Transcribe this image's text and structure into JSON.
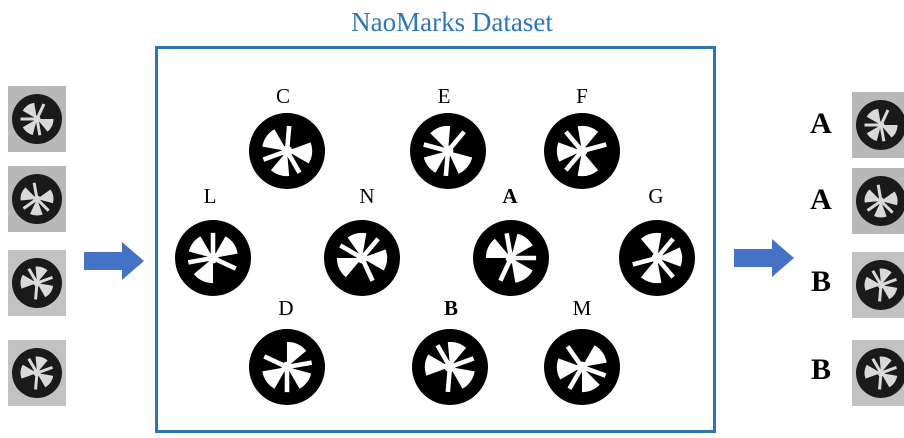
{
  "title": "NaoMarks Dataset",
  "dataset_markers": [
    {
      "label": "C",
      "bold": false,
      "rot": 0
    },
    {
      "label": "E",
      "bold": false,
      "rot": 35
    },
    {
      "label": "F",
      "bold": false,
      "rot": 70
    },
    {
      "label": "L",
      "bold": false,
      "rot": 110
    },
    {
      "label": "N",
      "bold": false,
      "rot": 150
    },
    {
      "label": "A",
      "bold": true,
      "rot": 200
    },
    {
      "label": "G",
      "bold": false,
      "rot": 250
    },
    {
      "label": "D",
      "bold": false,
      "rot": 290
    },
    {
      "label": "B",
      "bold": true,
      "rot": 180
    },
    {
      "label": "M",
      "bold": false,
      "rot": 320
    }
  ],
  "results": [
    {
      "label": "A"
    },
    {
      "label": "A"
    },
    {
      "label": "B"
    },
    {
      "label": "B"
    }
  ],
  "colors": {
    "accent": "#2e75b6",
    "arrow": "#4472c4",
    "mark": "#000000"
  }
}
